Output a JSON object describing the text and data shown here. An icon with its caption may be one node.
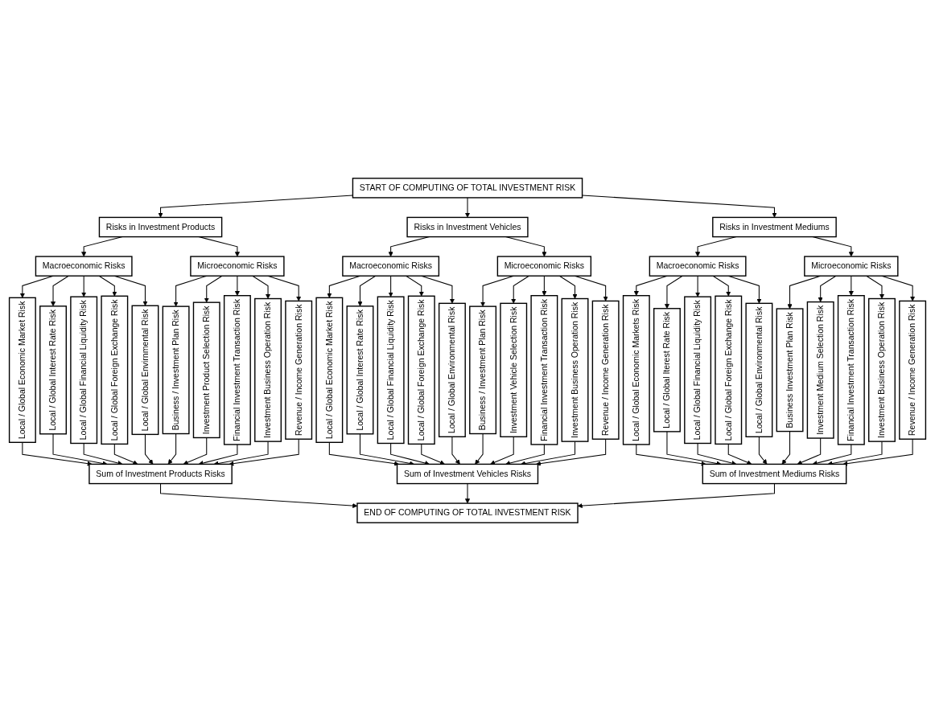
{
  "diagram": {
    "nodes": [
      {
        "text": [
          "START OF COMPUTING OF TOTAL INVESTMENT RISK"
        ]
      },
      {
        "text": [
          "Risks in Investment Products"
        ]
      },
      {
        "text": [
          "Risks in Investment Vehicles"
        ]
      },
      {
        "text": [
          "Risks in Investment Mediums"
        ]
      },
      {
        "text": [
          "Macroeconomic Risks"
        ]
      },
      {
        "text": [
          "Microeconomic Risks"
        ]
      },
      {
        "text": [
          "Macroeconomic Risks"
        ]
      },
      {
        "text": [
          "Microeconomic Risks"
        ]
      },
      {
        "text": [
          "Macroeconomic Risks"
        ]
      },
      {
        "text": [
          "Microeconomic Risks"
        ]
      },
      {
        "text": [
          "Local / Global Economic Market Risk"
        ]
      },
      {
        "text": [
          "Local / Global Interest Rate Risk"
        ]
      },
      {
        "text": [
          "Local / Global Financial Liquidity Risk"
        ]
      },
      {
        "text": [
          "Local / Global Foreign Exchange Risk"
        ]
      },
      {
        "text": [
          "Local / Global Envirnmental Risk"
        ]
      },
      {
        "text": [
          "Business / Investment Plan Risk"
        ]
      },
      {
        "text": [
          "Investment Product Selection Risk"
        ]
      },
      {
        "text": [
          "Financial Investment Transaction Risk"
        ]
      },
      {
        "text": [
          "Investment Business Operation Risk"
        ]
      },
      {
        "text": [
          "Revenue / Income Generation Risk"
        ]
      },
      {
        "text": [
          "Local / Global Economic Market Risk"
        ]
      },
      {
        "text": [
          "Local / Global Interest Rate Risk"
        ]
      },
      {
        "text": [
          "Local / Global Financial Liquidity Risk"
        ]
      },
      {
        "text": [
          "Local / Global Foreign Exchange Risk"
        ]
      },
      {
        "text": [
          "Local / Global Environmental Risk"
        ]
      },
      {
        "text": [
          "Business / Investment Plan Risk"
        ]
      },
      {
        "text": [
          "Investment Vehicle Selection Risk"
        ]
      },
      {
        "text": [
          "Financial Investment Transaction Risk"
        ]
      },
      {
        "text": [
          "Investment Business Operation Risk"
        ]
      },
      {
        "text": [
          "Revenue / Income Generation Risk"
        ]
      },
      {
        "text": [
          "Local / Global Economic Markets Risk"
        ]
      },
      {
        "text": [
          "Local / Global Iterest Rate Risk"
        ]
      },
      {
        "text": [
          "Local / Global Financial Liquidity Risk"
        ]
      },
      {
        "text": [
          "Local / Global Foreign Exchange Risk"
        ]
      },
      {
        "text": [
          "Local / Global Environmental Risk"
        ]
      },
      {
        "text": [
          "Business Investment Plan Risk"
        ]
      },
      {
        "text": [
          "Investment Medium Selection Risk"
        ]
      },
      {
        "text": [
          "Financial Investment Transaction Risk"
        ]
      },
      {
        "text": [
          "Investment Business Operation Risk"
        ]
      },
      {
        "text": [
          "Revenue / Income Generation Risk"
        ]
      },
      {
        "text": [
          "Sum of Investment Products Risks"
        ]
      },
      {
        "text": [
          "Sum of Investment Vehicles Risks"
        ]
      },
      {
        "text": [
          "Sum of Investment Mediums Risks"
        ]
      },
      {
        "text": [
          "END OF COMPUTING OF TOTAL INVESTMENT RISK"
        ]
      }
    ],
    "edges": [
      {
        "from": 0,
        "to": 1,
        "arrow": "to"
      },
      {
        "from": 0,
        "to": 2,
        "arrow": "to"
      },
      {
        "from": 0,
        "to": 3,
        "arrow": "to"
      },
      {
        "from": 1,
        "to": 4,
        "arrow": "to"
      },
      {
        "from": 1,
        "to": 5,
        "arrow": "to"
      },
      {
        "from": 2,
        "to": 6,
        "arrow": "to"
      },
      {
        "from": 2,
        "to": 7,
        "arrow": "to"
      },
      {
        "from": 3,
        "to": 8,
        "arrow": "to"
      },
      {
        "from": 3,
        "to": 9,
        "arrow": "to"
      },
      {
        "from": 4,
        "to": 10,
        "arrow": "to"
      },
      {
        "from": 4,
        "to": 11,
        "arrow": "to"
      },
      {
        "from": 4,
        "to": 12,
        "arrow": "to"
      },
      {
        "from": 4,
        "to": 13,
        "arrow": "to"
      },
      {
        "from": 4,
        "to": 14,
        "arrow": "to"
      },
      {
        "from": 5,
        "to": 15,
        "arrow": "to"
      },
      {
        "from": 5,
        "to": 16,
        "arrow": "to"
      },
      {
        "from": 5,
        "to": 17,
        "arrow": "to"
      },
      {
        "from": 5,
        "to": 18,
        "arrow": "to"
      },
      {
        "from": 5,
        "to": 19,
        "arrow": "to"
      },
      {
        "from": 6,
        "to": 20,
        "arrow": "to"
      },
      {
        "from": 6,
        "to": 21,
        "arrow": "to"
      },
      {
        "from": 6,
        "to": 22,
        "arrow": "to"
      },
      {
        "from": 6,
        "to": 23,
        "arrow": "to"
      },
      {
        "from": 6,
        "to": 24,
        "arrow": "to"
      },
      {
        "from": 7,
        "to": 25,
        "arrow": "to"
      },
      {
        "from": 7,
        "to": 26,
        "arrow": "to"
      },
      {
        "from": 7,
        "to": 27,
        "arrow": "to"
      },
      {
        "from": 7,
        "to": 28,
        "arrow": "to"
      },
      {
        "from": 7,
        "to": 29,
        "arrow": "to"
      },
      {
        "from": 8,
        "to": 30,
        "arrow": "to"
      },
      {
        "from": 8,
        "to": 31,
        "arrow": "to"
      },
      {
        "from": 8,
        "to": 32,
        "arrow": "to"
      },
      {
        "from": 8,
        "to": 33,
        "arrow": "to"
      },
      {
        "from": 8,
        "to": 34,
        "arrow": "to"
      },
      {
        "from": 9,
        "to": 35,
        "arrow": "to"
      },
      {
        "from": 9,
        "to": 36,
        "arrow": "to"
      },
      {
        "from": 9,
        "to": 37,
        "arrow": "to"
      },
      {
        "from": 9,
        "to": 38,
        "arrow": "to"
      },
      {
        "from": 9,
        "to": 39,
        "arrow": "to"
      },
      {
        "from": 10,
        "to": 40,
        "arrow": "to"
      },
      {
        "from": 11,
        "to": 40,
        "arrow": "to"
      },
      {
        "from": 12,
        "to": 40,
        "arrow": "to"
      },
      {
        "from": 13,
        "to": 40,
        "arrow": "to"
      },
      {
        "from": 14,
        "to": 40,
        "arrow": "to"
      },
      {
        "from": 15,
        "to": 40,
        "arrow": "to"
      },
      {
        "from": 16,
        "to": 40,
        "arrow": "to"
      },
      {
        "from": 17,
        "to": 40,
        "arrow": "to"
      },
      {
        "from": 18,
        "to": 40,
        "arrow": "to"
      },
      {
        "from": 19,
        "to": 40,
        "arrow": "to"
      },
      {
        "from": 20,
        "to": 41,
        "arrow": "to"
      },
      {
        "from": 21,
        "to": 41,
        "arrow": "to"
      },
      {
        "from": 22,
        "to": 41,
        "arrow": "to"
      },
      {
        "from": 23,
        "to": 41,
        "arrow": "to"
      },
      {
        "from": 24,
        "to": 41,
        "arrow": "to"
      },
      {
        "from": 25,
        "to": 41,
        "arrow": "to"
      },
      {
        "from": 26,
        "to": 41,
        "arrow": "to"
      },
      {
        "from": 27,
        "to": 41,
        "arrow": "to"
      },
      {
        "from": 28,
        "to": 41,
        "arrow": "to"
      },
      {
        "from": 29,
        "to": 41,
        "arrow": "to"
      },
      {
        "from": 30,
        "to": 42,
        "arrow": "to"
      },
      {
        "from": 31,
        "to": 42,
        "arrow": "to"
      },
      {
        "from": 32,
        "to": 42,
        "arrow": "to"
      },
      {
        "from": 33,
        "to": 42,
        "arrow": "to"
      },
      {
        "from": 34,
        "to": 42,
        "arrow": "to"
      },
      {
        "from": 35,
        "to": 42,
        "arrow": "to"
      },
      {
        "from": 36,
        "to": 42,
        "arrow": "to"
      },
      {
        "from": 37,
        "to": 42,
        "arrow": "to"
      },
      {
        "from": 38,
        "to": 42,
        "arrow": "to"
      },
      {
        "from": 39,
        "to": 42,
        "arrow": "to"
      },
      {
        "from": 40,
        "to": 43,
        "arrow": "to"
      },
      {
        "from": 41,
        "to": 43,
        "arrow": "to"
      },
      {
        "from": 42,
        "to": 43,
        "arrow": "to"
      }
    ]
  }
}
